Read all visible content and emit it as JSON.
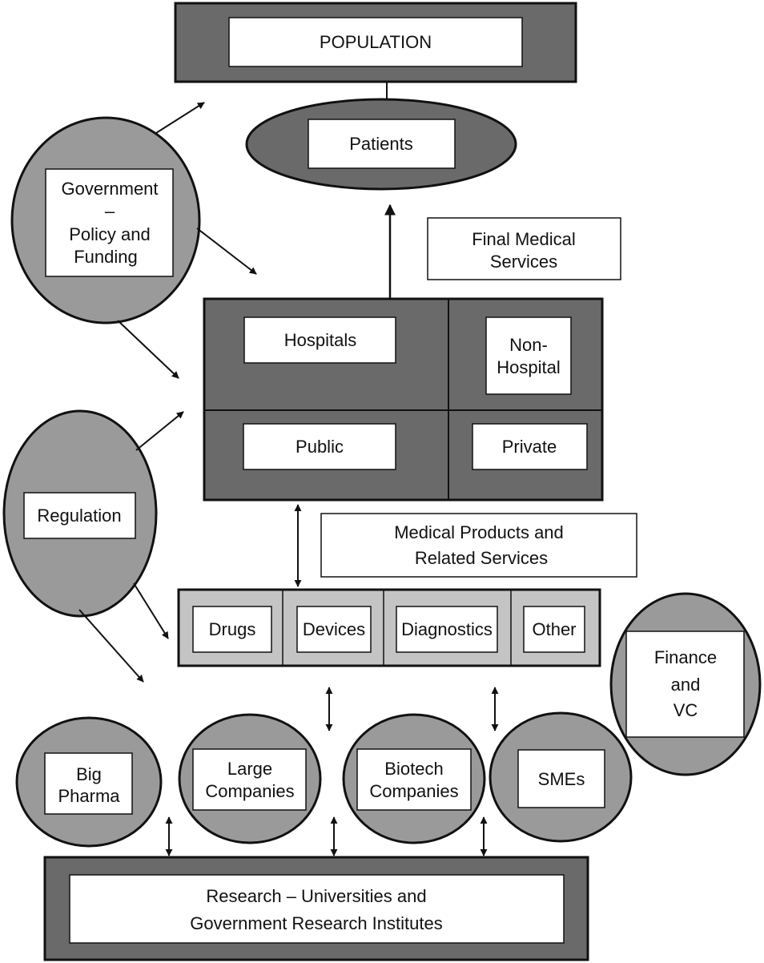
{
  "colors": {
    "dark_fill": "#6a6a6a",
    "mid_fill": "#9a9a9a",
    "light_fill": "#c4c4c4",
    "stroke": "#111111",
    "box_fill": "#ffffff"
  },
  "population": {
    "label": "POPULATION"
  },
  "patients": {
    "label": "Patients"
  },
  "government": {
    "line1": "Government",
    "line2": "–",
    "line3": "Policy and",
    "line4": "Funding"
  },
  "final_services": {
    "line1": "Final Medical",
    "line2": "Services"
  },
  "providers": {
    "hospitals": "Hospitals",
    "non_hospital_line1": "Non-",
    "non_hospital_line2": "Hospital",
    "public": "Public",
    "private": "Private"
  },
  "regulation": {
    "label": "Regulation"
  },
  "medical_products": {
    "line1": "Medical Products and",
    "line2": "Related Services"
  },
  "products": {
    "drugs": "Drugs",
    "devices": "Devices",
    "diagnostics": "Diagnostics",
    "other": "Other"
  },
  "finance": {
    "line1": "Finance",
    "line2": "and",
    "line3": "VC"
  },
  "companies": {
    "big_pharma_line1": "Big",
    "big_pharma_line2": "Pharma",
    "large_line1": "Large",
    "large_line2": "Companies",
    "biotech_line1": "Biotech",
    "biotech_line2": "Companies",
    "smes": "SMEs"
  },
  "research": {
    "line1": "Research – Universities and",
    "line2": "Government Research Institutes"
  }
}
